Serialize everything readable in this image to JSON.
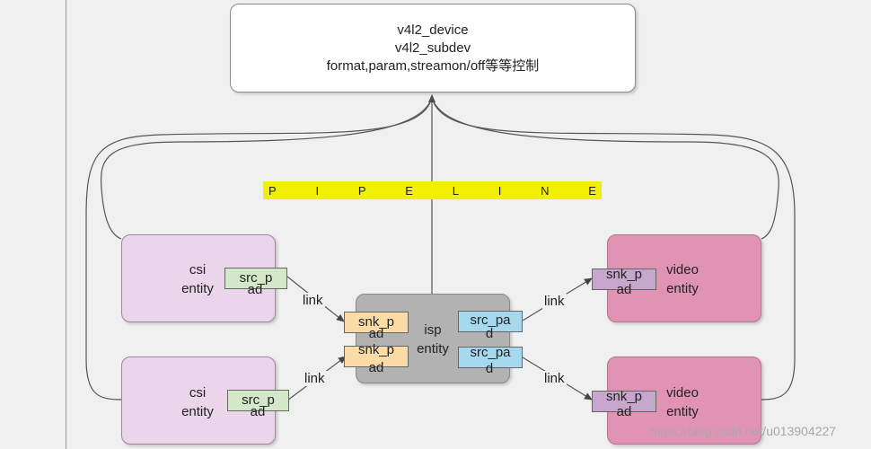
{
  "top_box": {
    "line1": "v4l2_device",
    "line2": "v4l2_subdev",
    "line3": "format,param,streamon/off等等控制"
  },
  "pipeline": {
    "letters": [
      "P",
      "I",
      "P",
      "E",
      "L",
      "I",
      "N",
      "E"
    ]
  },
  "csi_top": {
    "name": "csi",
    "sub": "entity",
    "pad_a": "src_p",
    "pad_b": "ad"
  },
  "csi_bottom": {
    "name": "csi",
    "sub": "entity",
    "pad_a": "src_p",
    "pad_b": "ad"
  },
  "isp": {
    "name": "isp",
    "sub": "entity",
    "snk1_a": "snk_p",
    "snk1_b": "ad",
    "snk2_a": "snk_p",
    "snk2_b": "ad",
    "src1_a": "src_pa",
    "src1_b": "d",
    "src2_a": "src_pa",
    "src2_b": "d"
  },
  "video_top": {
    "name": "video",
    "sub": "entity",
    "pad_a": "snk_p",
    "pad_b": "ad"
  },
  "video_bottom": {
    "name": "video",
    "sub": "entity",
    "pad_a": "snk_p",
    "pad_b": "ad"
  },
  "links": {
    "l1": "link",
    "l2": "link",
    "l3": "link",
    "l4": "link"
  },
  "watermark": "https://blog.csdn.net/u013904227",
  "colors": {
    "pipeline_highlight": "#f0f000",
    "csi_fill": "#ead5ea",
    "video_fill": "#e093b3",
    "isp_fill": "#b2b2b2",
    "src_pad_green": "#d3e8c8",
    "snk_pad_orange": "#fbdca6",
    "src_pad_blue": "#a6d8ee",
    "snk_pad_purple": "#c6a6cc"
  }
}
